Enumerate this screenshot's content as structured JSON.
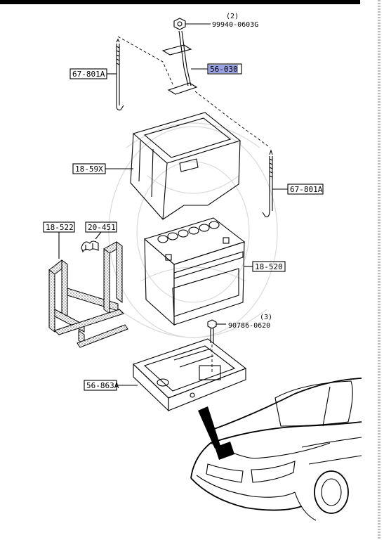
{
  "callouts": {
    "bolt_qty": "(2)",
    "bolt_part": "99940-0603G",
    "hold_down": "56-030",
    "rod_left": "67-801A",
    "cover": "18-59X",
    "rod_right": "67-801A",
    "bracket": "18-522",
    "clip": "20-451",
    "battery": "18-520",
    "screw_qty": "(3)",
    "screw_part": "90786-0620",
    "tray": "56-863A"
  }
}
